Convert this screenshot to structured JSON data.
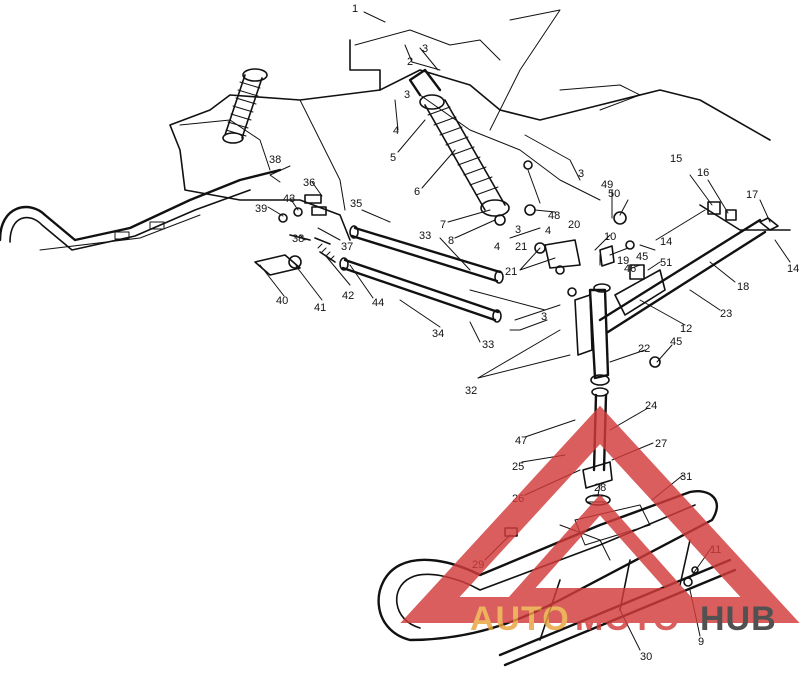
{
  "diagram": {
    "callouts": [
      "1",
      "2",
      "3",
      "3",
      "4",
      "4",
      "5",
      "6",
      "7",
      "8",
      "3",
      "48",
      "49",
      "50",
      "3",
      "20",
      "10",
      "4",
      "21",
      "21",
      "19",
      "45",
      "46",
      "51",
      "15",
      "16",
      "17",
      "14",
      "14",
      "18",
      "23",
      "12",
      "22",
      "45",
      "3",
      "32",
      "33",
      "34",
      "33",
      "35",
      "36",
      "37",
      "38",
      "38",
      "39",
      "43",
      "44",
      "42",
      "41",
      "40",
      "47",
      "24",
      "25",
      "26",
      "27",
      "28",
      "31",
      "29",
      "30",
      "9",
      "11"
    ],
    "watermark": {
      "brand_a": "AUTO",
      "brand_b": "MOTO",
      "brand_c": "HUB",
      "color_primary": "#d23b3b",
      "color_secondary": "#e8a23a",
      "color_dark": "#2b2b2b"
    }
  }
}
